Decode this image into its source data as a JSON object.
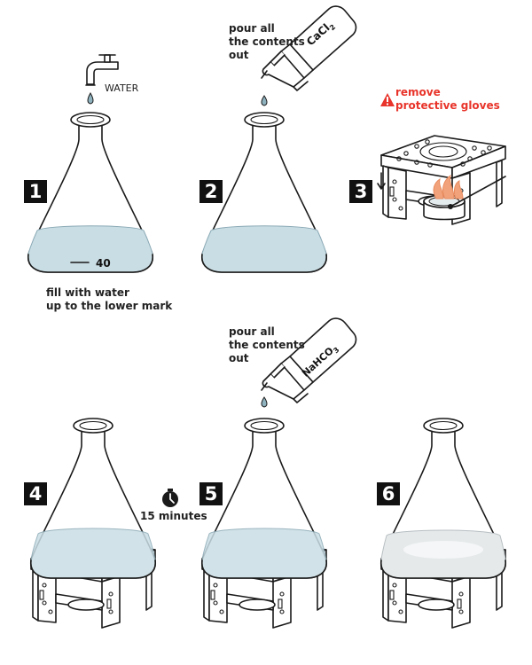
{
  "steps": [
    {
      "number": "1",
      "caption_line1": "fill with water",
      "caption_line2": "up to the lower mark",
      "tap_label": "WATER",
      "mark_value": "40"
    },
    {
      "number": "2",
      "pour_line1": "pour all",
      "pour_line2": "the contents",
      "pour_line3": "out",
      "bottle_label": "CaCl",
      "bottle_sub": "2"
    },
    {
      "number": "3",
      "warning_line1": "remove",
      "warning_line2": "protective gloves"
    },
    {
      "number": "4",
      "timer_label": "15 minutes"
    },
    {
      "number": "5",
      "pour_line1": "pour all",
      "pour_line2": "the contents",
      "pour_line3": "out",
      "bottle_label": "NaHCO",
      "bottle_sub": "3"
    },
    {
      "number": "6"
    }
  ],
  "colors": {
    "water": "#c9dde4",
    "warning": "#e8342a",
    "flame": "#f2a27a",
    "ink": "#1a1a1a"
  },
  "icons": [
    "tap-icon",
    "bottle-icon",
    "warning-icon",
    "stove-icon",
    "flame-icon",
    "timer-icon",
    "flask-icon"
  ]
}
